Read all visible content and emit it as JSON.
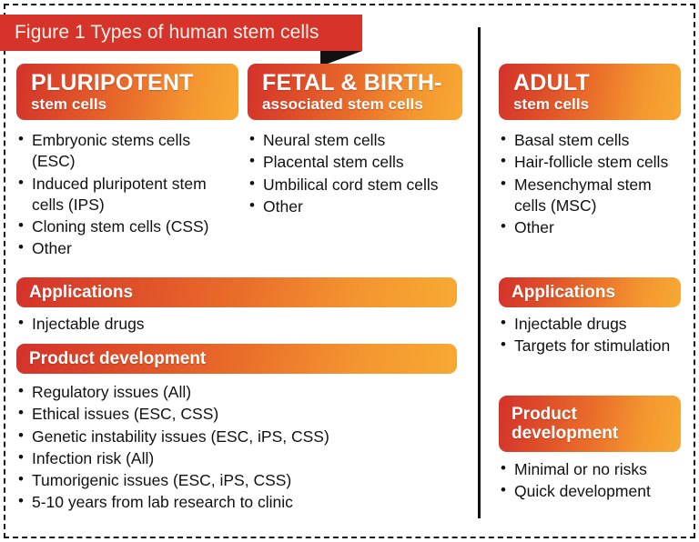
{
  "figure": {
    "title": "Figure 1 Types of human stem cells",
    "accent_red": "#d6342a",
    "accent_orange": "#f7a932",
    "divider_color": "#111111",
    "frame_style": "dashed"
  },
  "columns": [
    {
      "id": "pluripotent",
      "heading_primary": "PLURIPOTENT",
      "heading_secondary": "stem cells",
      "items": [
        "Embryonic stems cells (ESC)",
        "Induced pluripotent stem cells (IPS)",
        "Cloning stem cells (CSS)",
        "Other"
      ]
    },
    {
      "id": "fetal-birth",
      "heading_primary": "FETAL & BIRTH-",
      "heading_secondary": "associated stem cells",
      "items": [
        "Neural stem cells",
        "Placental stem cells",
        "Umbilical cord stem cells",
        "Other"
      ]
    },
    {
      "id": "adult",
      "heading_primary": "ADULT",
      "heading_secondary": "stem cells",
      "items": [
        "Basal stem cells",
        "Hair-follicle stem cells",
        "Mesenchymal stem cells (MSC)",
        "Other"
      ]
    }
  ],
  "left_panel": {
    "applications": {
      "heading": "Applications",
      "items": [
        "Injectable drugs"
      ]
    },
    "product_development": {
      "heading": "Product development",
      "items": [
        "Regulatory issues (All)",
        "Ethical issues (ESC, CSS)",
        "Genetic instability issues (ESC, iPS, CSS)",
        "Infection risk (All)",
        "Tumorigenic issues (ESC, iPS, CSS)",
        "5-10 years from lab research to clinic"
      ]
    }
  },
  "right_panel": {
    "applications": {
      "heading": "Applications",
      "items": [
        "Injectable drugs",
        "Targets for stimulation"
      ]
    },
    "product_development": {
      "heading_line1": "Product",
      "heading_line2": "development",
      "items": [
        "Minimal or no risks",
        "Quick development"
      ]
    }
  }
}
